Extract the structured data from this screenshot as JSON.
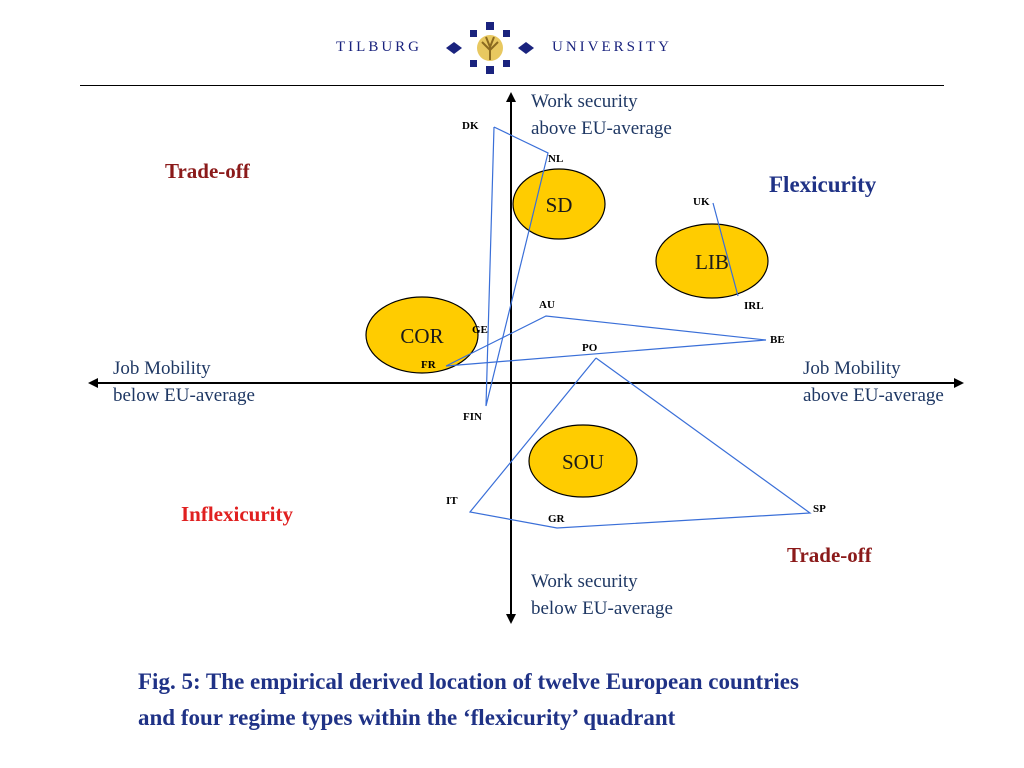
{
  "header": {
    "left_word": "TILBURG",
    "right_word": "UNIVERSITY",
    "logo_color": "#1a237e",
    "logo_tree_color": "#c8a040"
  },
  "axes": {
    "top_label_line1": "Work security",
    "top_label_line2": "above EU-average",
    "bottom_label_line1": "Work security",
    "bottom_label_line2": "below EU-average",
    "left_label_line1": "Job Mobility",
    "left_label_line2": "below EU-average",
    "right_label_line1": "Job Mobility",
    "right_label_line2": "above EU-average"
  },
  "quadrants": {
    "top_left": "Trade-off",
    "top_right": "Flexicurity",
    "bottom_left": "Inflexicurity",
    "bottom_right": "Trade-off"
  },
  "regimes": [
    "SD",
    "LIB",
    "COR",
    "SOU"
  ],
  "countries": [
    "DK",
    "NL",
    "UK",
    "IRL",
    "AU",
    "GE",
    "BE",
    "FR",
    "PO",
    "FIN",
    "IT",
    "SP",
    "GR"
  ],
  "caption": {
    "line1": "Fig. 5: The empirical derived location of twelve European countries",
    "line2": "and four regime types within the ‘flexicurity’ quadrant"
  },
  "colors": {
    "regime_fill": "#ffcc00",
    "line": "#3a6fd8",
    "tradeoff": "#8b1a1a",
    "flexicurity": "#1f3286",
    "inflexicurity": "#e02020",
    "axis_text": "#1f3864"
  }
}
